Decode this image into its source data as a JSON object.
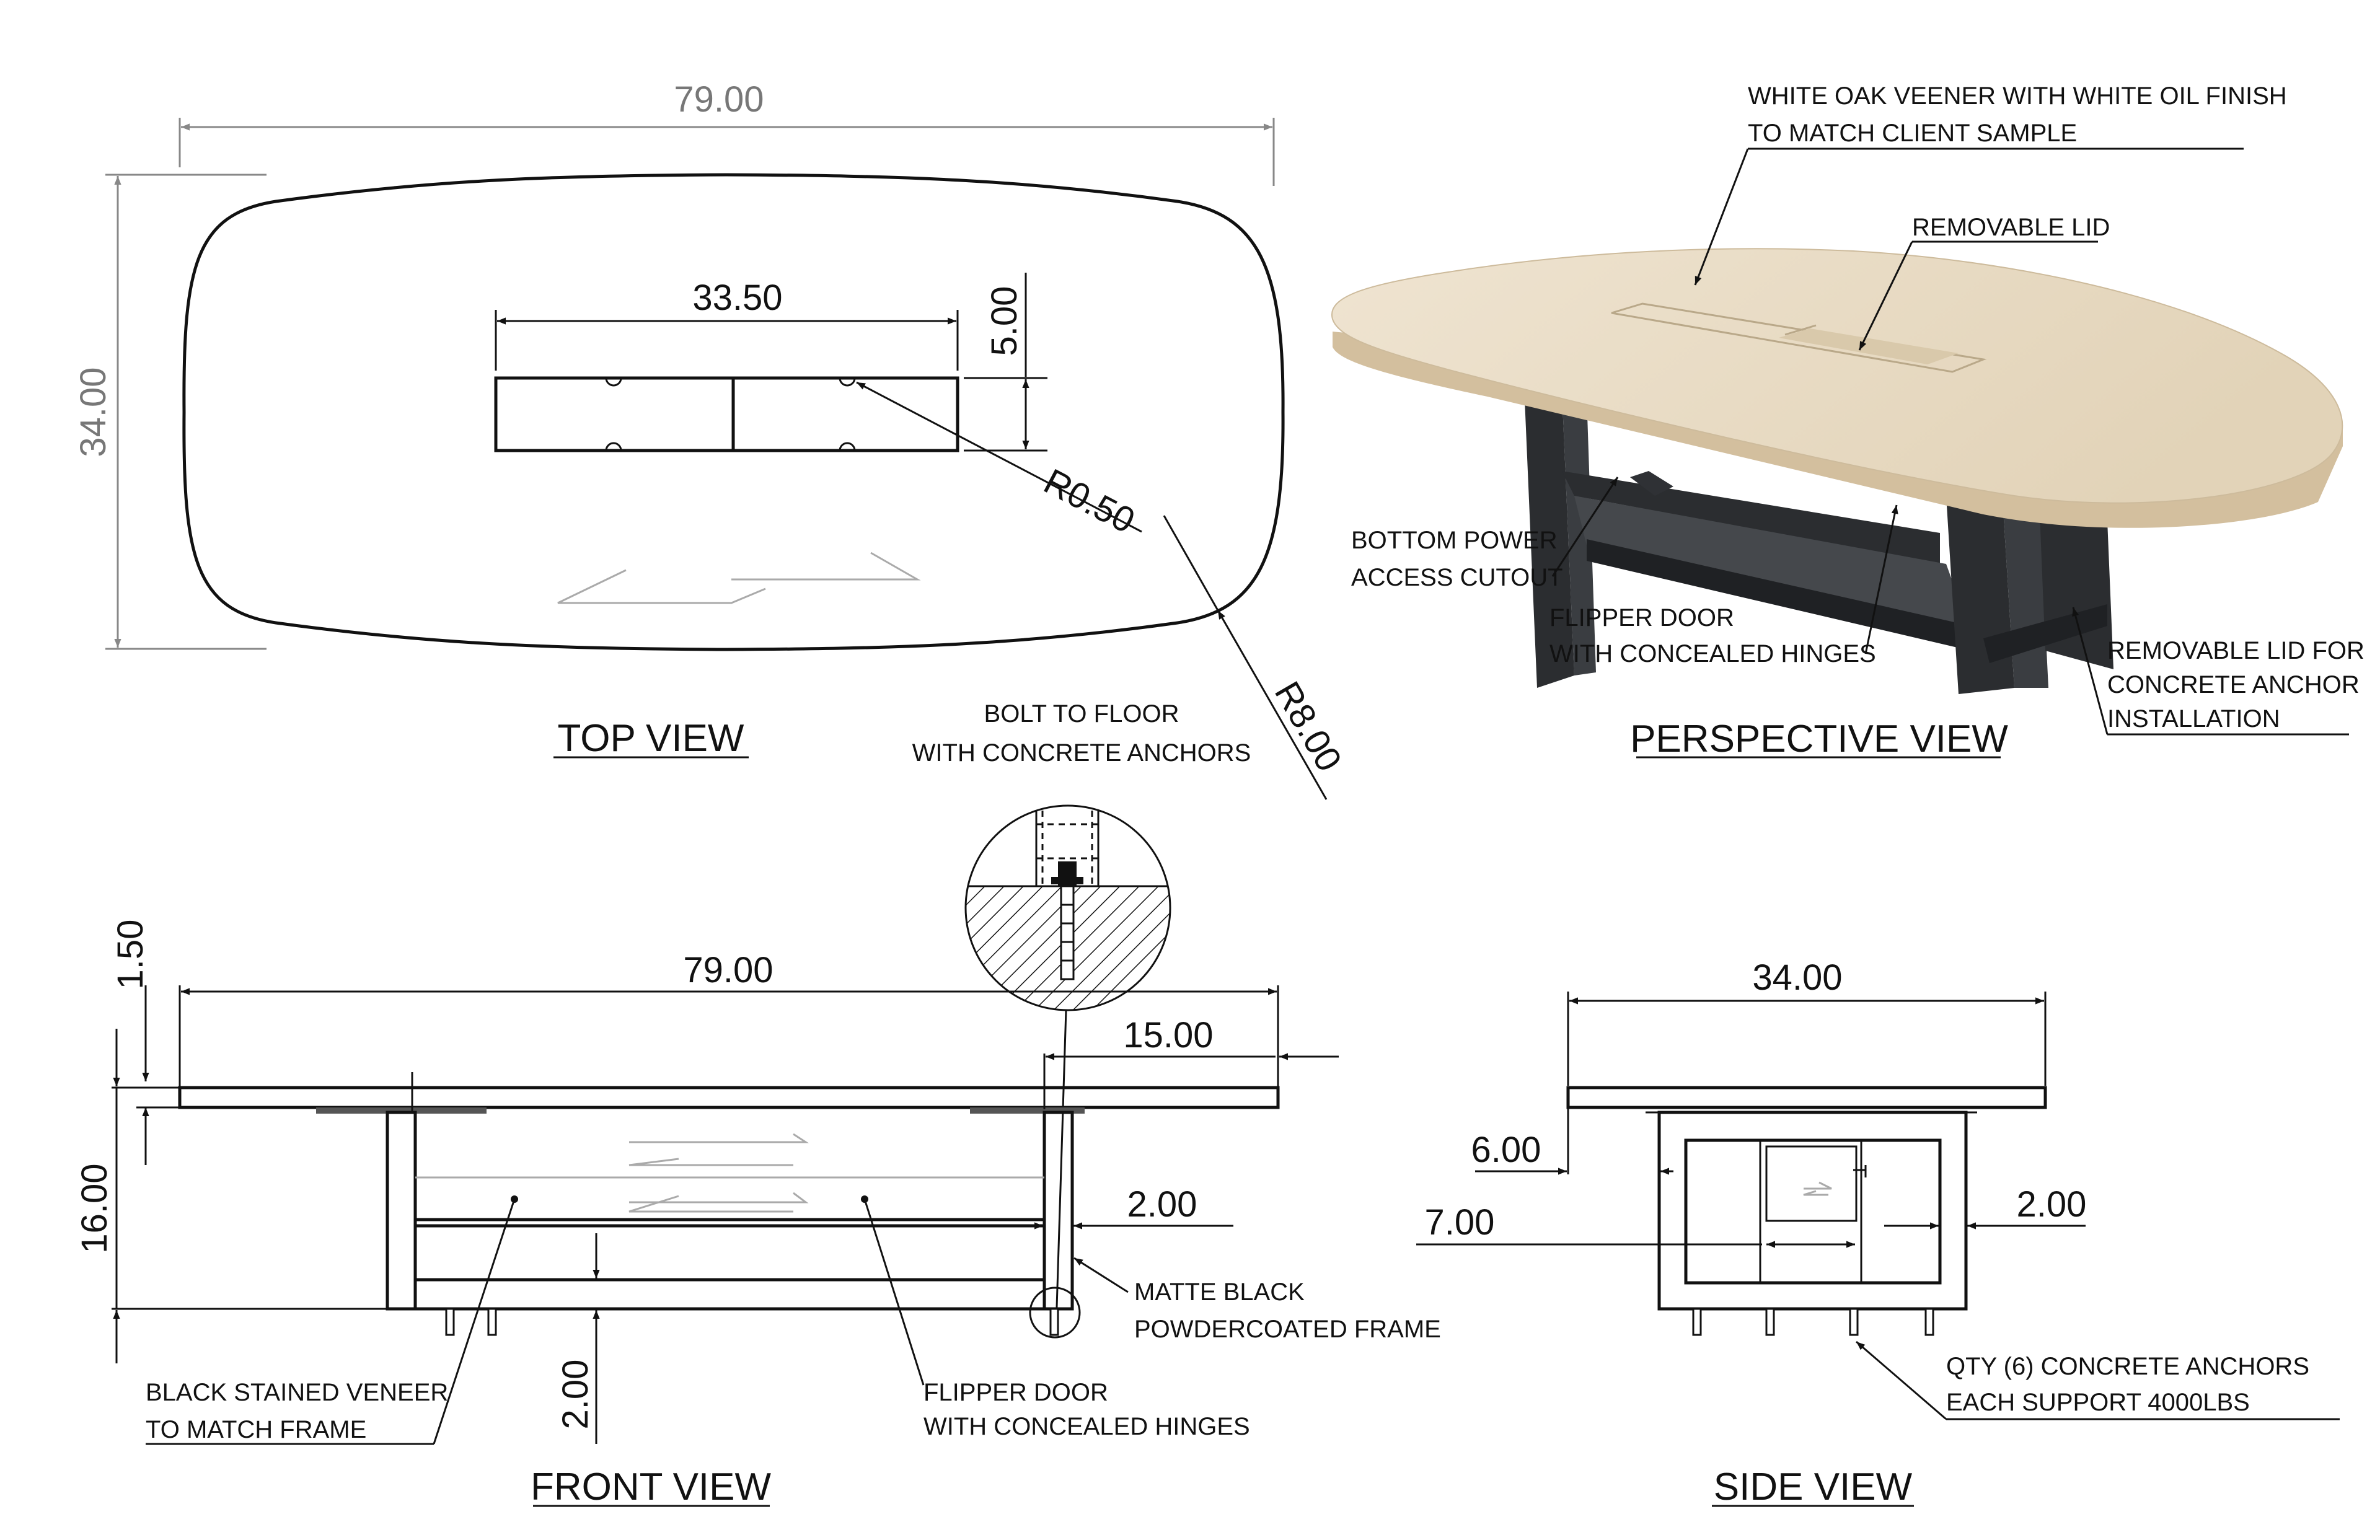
{
  "views": {
    "top": {
      "title": "TOP VIEW",
      "dims": {
        "length": "79.00",
        "width": "34.00",
        "cutout_length": "33.50",
        "cutout_width": "5.00",
        "corner_radius": "R0.50",
        "edge_radius": "R8.00"
      }
    },
    "perspective": {
      "title": "PERSPECTIVE VIEW",
      "callouts": {
        "finish_line1": "WHITE OAK VEENER WITH WHITE OIL FINISH",
        "finish_line2": "TO MATCH CLIENT SAMPLE",
        "lid": "REMOVABLE LID",
        "power_line1": "BOTTOM POWER",
        "power_line2": "ACCESS CUTOUT",
        "flipper_line1": "FLIPPER DOOR",
        "flipper_line2": "WITH CONCEALED HINGES",
        "anchor_lid_line1": "REMOVABLE LID FOR",
        "anchor_lid_line2": "CONCRETE ANCHOR",
        "anchor_lid_line3": "INSTALLATION"
      }
    },
    "front": {
      "title": "FRONT VIEW",
      "dims": {
        "length": "79.00",
        "top_thickness": "1.50",
        "height": "16.00",
        "offset": "15.00",
        "frame_width": "2.00",
        "bottom_bar": "2.00"
      },
      "callouts": {
        "bolt_line1": "BOLT TO FLOOR",
        "bolt_line2": "WITH CONCRETE ANCHORS",
        "frame_line1": "MATTE BLACK",
        "frame_line2": "POWDERCOATED FRAME",
        "veneer_line1": "BLACK STAINED VENEER",
        "veneer_line2": "TO MATCH FRAME",
        "flipper_line1": "FLIPPER DOOR",
        "flipper_line2": "WITH CONCEALED HINGES"
      }
    },
    "side": {
      "title": "SIDE VIEW",
      "dims": {
        "width": "34.00",
        "overhang": "6.00",
        "inset": "7.00",
        "frame_width": "2.00"
      },
      "callouts": {
        "anchors_line1": "QTY (6) CONCRETE ANCHORS",
        "anchors_line2": "EACH SUPPORT 4000LBS"
      }
    }
  },
  "colors": {
    "line": "#111111",
    "dimension_gray": "#777777",
    "oak_top": "#e9dcc6",
    "oak_edge": "#d6c4a6",
    "frame_black": "#2b2d30"
  }
}
